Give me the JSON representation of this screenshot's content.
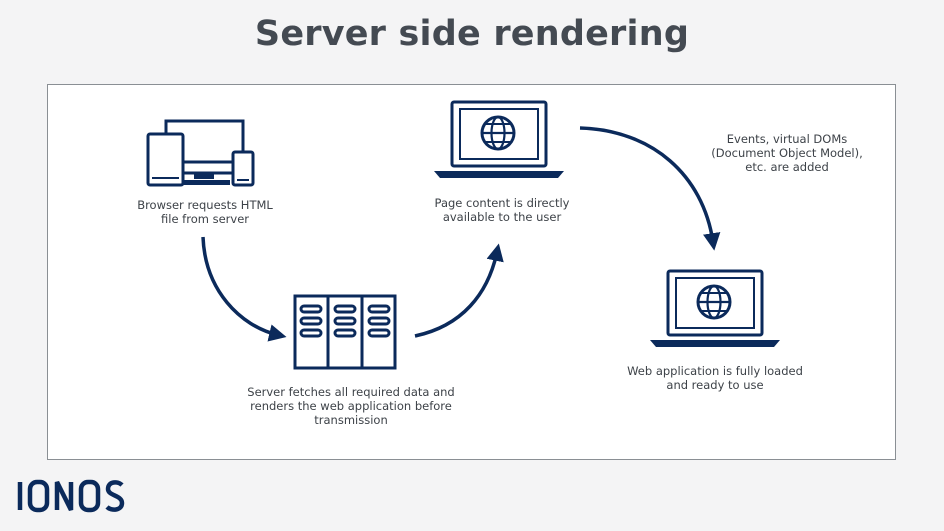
{
  "title": "Server side rendering",
  "steps": {
    "browser_request": "Browser requests HTML\nfile from server",
    "server_fetch": "Server fetches all required data and\nrenders the web application before\ntransmission",
    "page_content": "Page content is directly\navailable to the user",
    "events": "Events, virtual DOMs\n(Document Object Model),\netc. are added",
    "web_app_loaded": "Web application is fully loaded\nand ready to use"
  },
  "logo_text": "IONOS",
  "colors": {
    "navy": "#0b2a5b",
    "title": "#444a52",
    "caption": "#3d4248",
    "background": "#f4f4f5"
  },
  "icons": [
    "devices-icon",
    "server-rack-icon",
    "laptop-globe-icon",
    "laptop-globe-icon"
  ]
}
